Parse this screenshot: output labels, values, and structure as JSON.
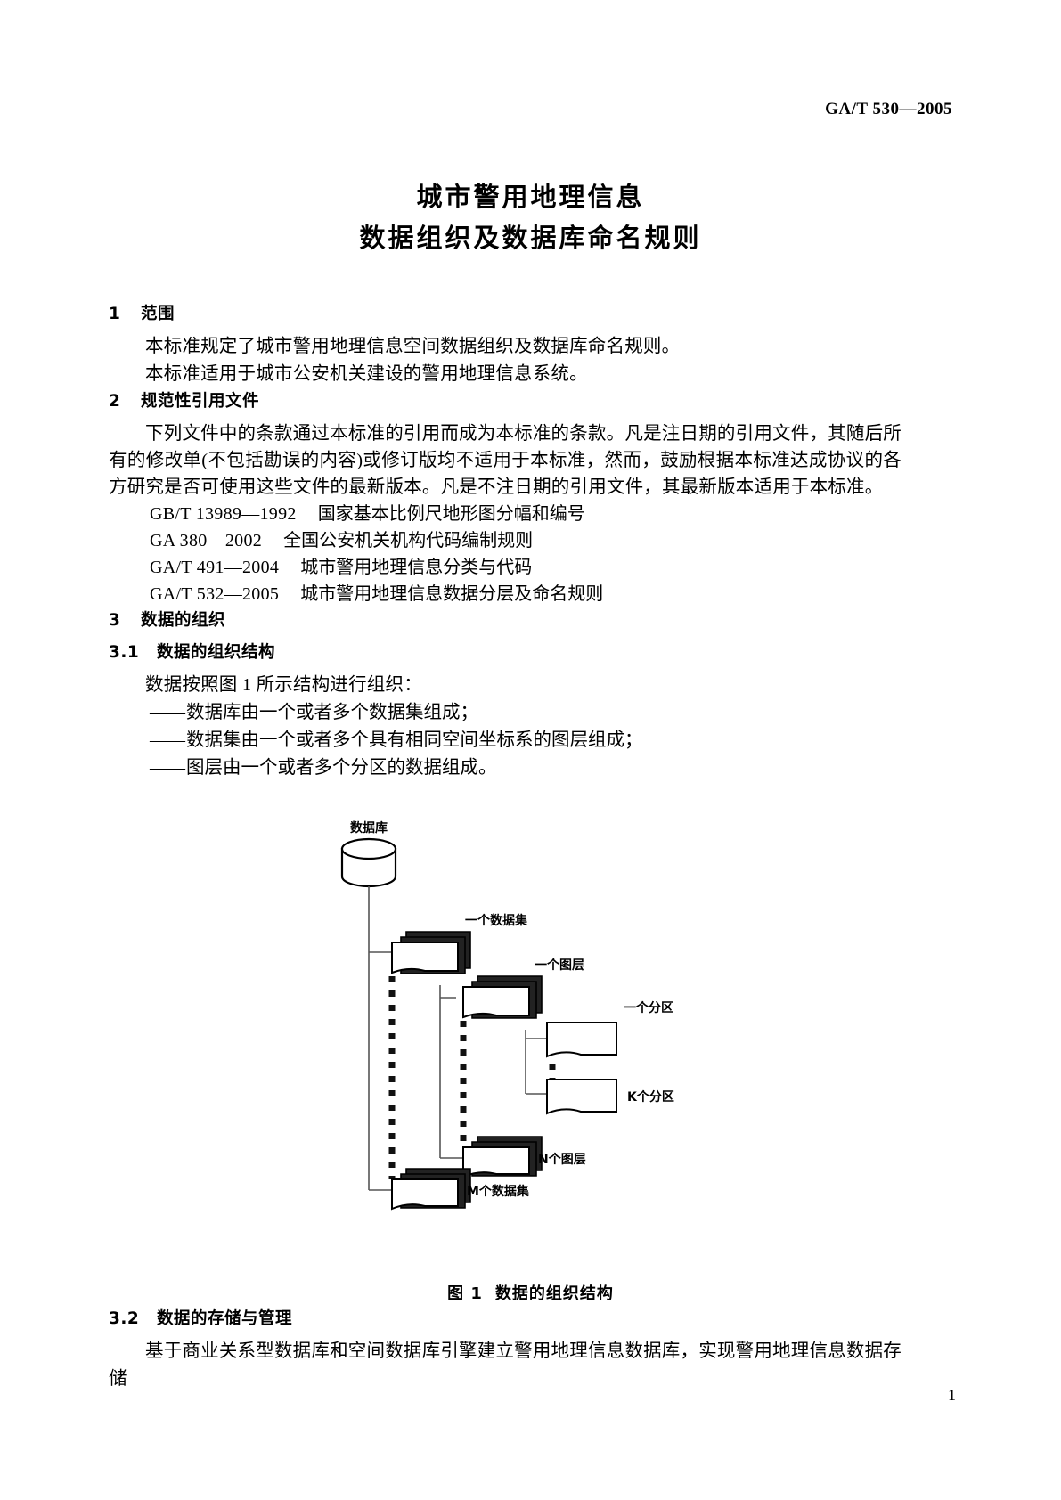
{
  "header": {
    "standard_id": "GA/T 530—2005"
  },
  "title": {
    "line1": "城市警用地理信息",
    "line2": "数据组织及数据库命名规则"
  },
  "sections": {
    "s1": {
      "num": "1",
      "heading": "范围",
      "p1": "本标准规定了城市警用地理信息空间数据组织及数据库命名规则。",
      "p2": "本标准适用于城市公安机关建设的警用地理信息系统。"
    },
    "s2": {
      "num": "2",
      "heading": "规范性引用文件",
      "p1": "下列文件中的条款通过本标准的引用而成为本标准的条款。凡是注日期的引用文件，其随后所有的修改单(不包括勘误的内容)或修订版均不适用于本标准，然而，鼓励根据本标准达成协议的各方研究是否可使用这些文件的最新版本。凡是不注日期的引用文件，其最新版本适用于本标准。",
      "references": [
        {
          "code": "GB/T 13989—1992",
          "name": "国家基本比例尺地形图分幅和编号"
        },
        {
          "code": "GA 380—2002",
          "name": "全国公安机关机构代码编制规则"
        },
        {
          "code": "GA/T 491—2004",
          "name": "城市警用地理信息分类与代码"
        },
        {
          "code": "GA/T 532—2005",
          "name": "城市警用地理信息数据分层及命名规则"
        }
      ]
    },
    "s3": {
      "num": "3",
      "heading": "数据的组织"
    },
    "s31": {
      "num": "3.1",
      "heading": "数据的组织结构",
      "p1": "数据按照图 1 所示结构进行组织：",
      "bullets": [
        "数据库由一个或者多个数据集组成；",
        "数据集由一个或者多个具有相同空间坐标系的图层组成；",
        "图层由一个或者多个分区的数据组成。"
      ]
    },
    "s32": {
      "num": "3.2",
      "heading": "数据的存储与管理",
      "p1": "基于商业关系型数据库和空间数据库引擎建立警用地理信息数据库，实现警用地理信息数据存储"
    }
  },
  "figure": {
    "caption_num": "图 1",
    "caption_text": "数据的组织结构",
    "labels": {
      "database": "数据库",
      "one_dataset": "一个数据集",
      "one_layer": "一个图层",
      "one_partition": "一个分区",
      "k_partitions": "K个分区",
      "n_layers": "N个图层",
      "m_datasets": "M个数据集"
    }
  },
  "footer": {
    "page_number": "1"
  }
}
